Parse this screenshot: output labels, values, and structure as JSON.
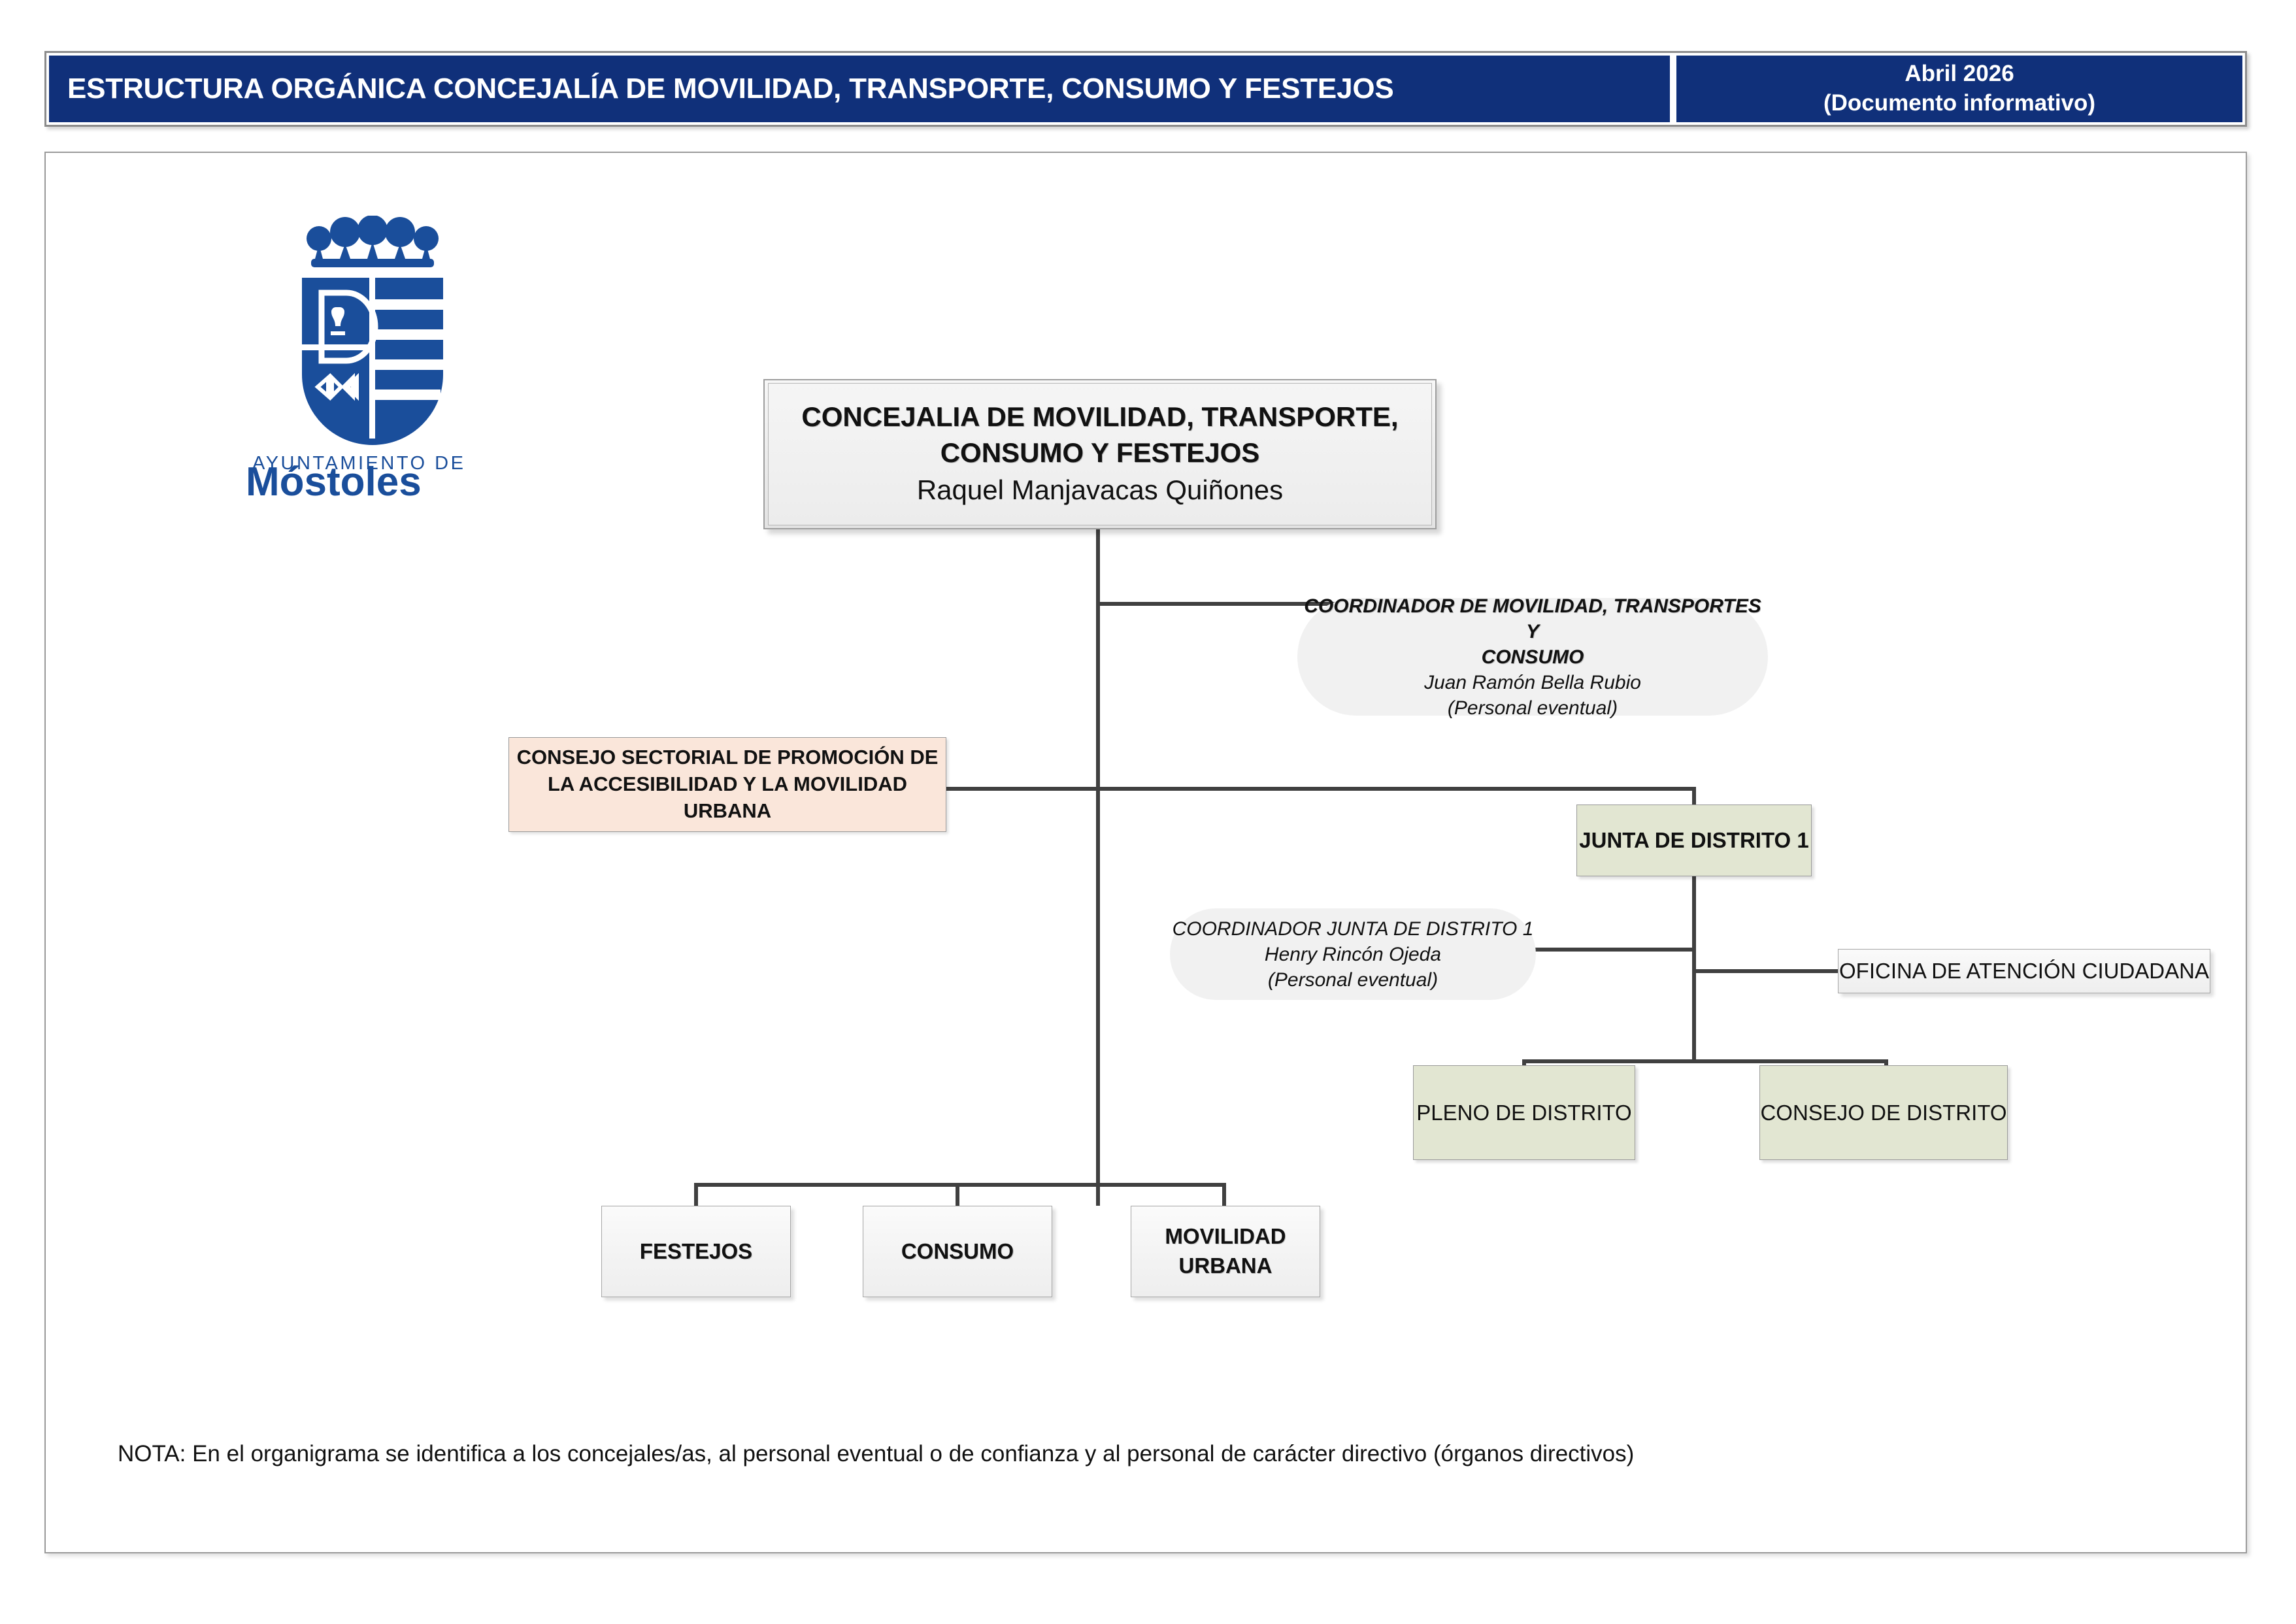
{
  "header": {
    "title": "ESTRUCTURA ORGÁNICA CONCEJALÍA DE MOVILIDAD, TRANSPORTE, CONSUMO Y FESTEJOS",
    "date": "Abril 2026",
    "subtitle": "(Documento informativo)",
    "background_color": "#10307A",
    "text_color": "#FFFFFF"
  },
  "logo": {
    "org_line1": "AYUNTAMIENTO DE",
    "org_line2": "Móstoles",
    "color": "#1A4E9B",
    "crest_letter": "D"
  },
  "org_chart": {
    "root": {
      "title_line1": "CONCEJALIA DE MOVILIDAD, TRANSPORTE,",
      "title_line2": "CONSUMO Y FESTEJOS",
      "person": "Raquel Manjavacas Quiñones"
    },
    "coordinador_movilidad": {
      "role_line1": "COORDINADOR DE MOVILIDAD, TRANSPORTES Y",
      "role_line2": "CONSUMO",
      "person": "Juan Ramón Bella Rubio",
      "staff_type": "(Personal eventual)"
    },
    "consejo_sectorial": {
      "line1": "CONSEJO SECTORIAL DE PROMOCIÓN DE",
      "line2": "LA ACCESIBILIDAD Y LA MOVILIDAD",
      "line3": "URBANA",
      "color": "#FAE6DA"
    },
    "junta_distrito": {
      "label": "JUNTA DE DISTRITO 1",
      "color": "#E2E6D2"
    },
    "coordinador_junta": {
      "role": "COORDINADOR JUNTA DE DISTRITO 1",
      "person": "Henry Rincón Ojeda",
      "staff_type": "(Personal eventual)"
    },
    "oficina_atencion": {
      "label": "OFICINA DE ATENCIÓN CIUDADANA"
    },
    "distrito_children": {
      "pleno": "PLENO DE DISTRITO",
      "consejo": "CONSEJO DE DISTRITO"
    },
    "departments": {
      "festejos": "FESTEJOS",
      "consumo": "CONSUMO",
      "movilidad_urbana_line1": "MOVILIDAD",
      "movilidad_urbana_line2": "URBANA"
    }
  },
  "note": "NOTA: En el organigrama se identifica a los concejales/as, al personal eventual o de confianza y al personal de carácter directivo (órganos directivos)"
}
